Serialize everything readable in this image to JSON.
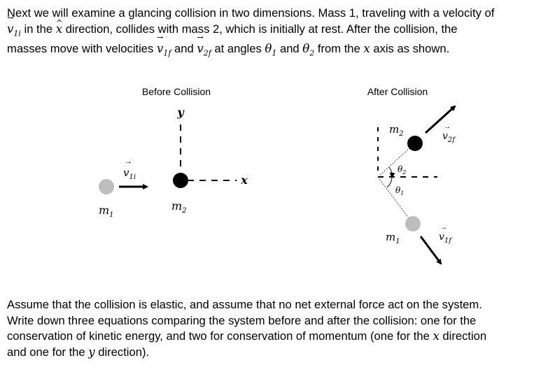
{
  "intro": {
    "t1": "Next we will examine a glancing collision in two dimensions.  Mass 1, traveling with a velocity of",
    "t2": " in the ",
    "t3": " direction, collides with mass 2, which is initially at rest.  After the collision, the",
    "t4": "masses move with velocities ",
    "t5": " and ",
    "t6": " at angles ",
    "t7": " and ",
    "t8": " from the ",
    "t9": " axis as shown.",
    "v1i_base": "v",
    "v1i_sub": "1i",
    "xhat": "x",
    "v1f_sub": "1f",
    "v2f_sub": "2f",
    "theta1": "θ",
    "theta1_sub": "1",
    "theta2": "θ",
    "theta2_sub": "2",
    "x": "x"
  },
  "diagram": {
    "before_title": "Before Collision",
    "after_title": "After Collision",
    "y_axis": "y",
    "x_axis": "x",
    "m1": "m",
    "m1_sub": "1",
    "m2": "m",
    "m2_sub": "2",
    "v": "v",
    "v1i_sub": "1i",
    "v1f_sub": "1f",
    "v2f_sub": "2f",
    "theta": "θ",
    "theta1_sub": "1",
    "theta2_sub": "2",
    "colors": {
      "mass1": "#bdbdbd",
      "mass2": "#000000"
    }
  },
  "outro": {
    "l1": "Assume that the collision is elastic, and assume that no net external force act on the system.",
    "l2": "Write down three equations comparing the system before and after the collision: one for the",
    "l3a": "conservation of kinetic energy, and two for conservation of momentum (one for the ",
    "l3x": "x",
    "l3b": " direction",
    "l4a": "and one for the ",
    "l4y": "y",
    "l4b": " direction)."
  }
}
